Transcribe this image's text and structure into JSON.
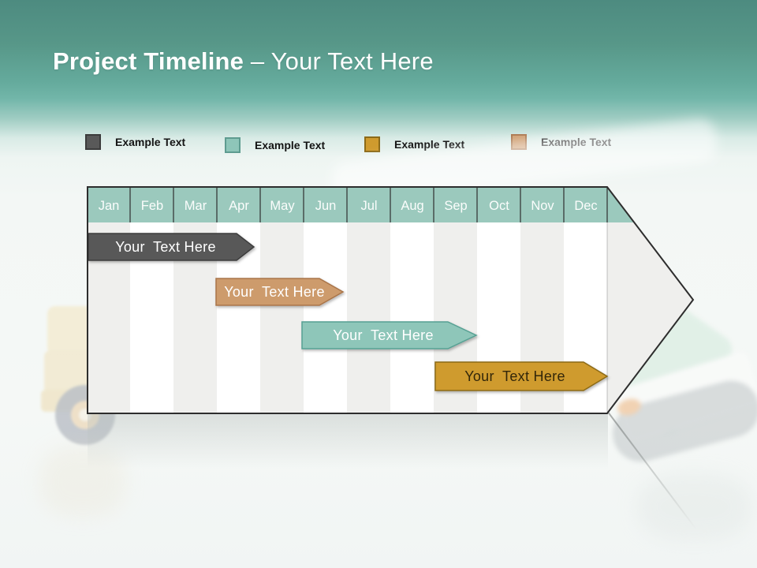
{
  "slide": {
    "title_bold": "Project Timeline",
    "title_rest": " – Your Text Here"
  },
  "legend": {
    "items": [
      {
        "label": "Example Text",
        "color": "#595959"
      },
      {
        "label": "Example Text",
        "color": "#8ec6b9"
      },
      {
        "label": "Example Text",
        "color": "#cf9b2e"
      },
      {
        "label": "Example Text",
        "color": "#cd9b6c"
      }
    ]
  },
  "timeline": {
    "months": [
      "Jan",
      "Feb",
      "Mar",
      "Apr",
      "May",
      "Jun",
      "Jul",
      "Aug",
      "Sep",
      "Oct",
      "Nov",
      "Dec"
    ]
  },
  "chart_data": {
    "type": "bar",
    "subtype": "gantt-timeline",
    "title": "Project Timeline – Your Text Here",
    "categories": [
      "Jan",
      "Feb",
      "Mar",
      "Apr",
      "May",
      "Jun",
      "Jul",
      "Aug",
      "Sep",
      "Oct",
      "Nov",
      "Dec"
    ],
    "legend_position": "top",
    "grid": "alternating-column-stripes",
    "header_color": "#9bc9bd",
    "stripe_colors": [
      "#efefed",
      "#ffffff"
    ],
    "series": [
      {
        "name": "Your  Text Here",
        "row": 1,
        "start": "Jan",
        "end": "mid-Apr",
        "start_month": 1,
        "end_month": 3.9,
        "color": "#595959",
        "text_color": "#ffffff"
      },
      {
        "name": "Your  Text Here",
        "row": 2,
        "start": "Apr",
        "end": "Jun",
        "start_month": 4,
        "end_month": 6.9,
        "color": "#cd9b6c",
        "text_color": "#ffffff"
      },
      {
        "name": "Your  Text Here",
        "row": 3,
        "start": "Jun",
        "end": "Sep",
        "start_month": 6,
        "end_month": 9.9,
        "color": "#8ec6b9",
        "text_color": "#ffffff"
      },
      {
        "name": "Your  Text Here",
        "row": 4,
        "start": "Sep",
        "end": "Dec",
        "start_month": 10,
        "end_month": 12.9,
        "color": "#cf9b2e",
        "text_color": "#33270a"
      }
    ]
  }
}
